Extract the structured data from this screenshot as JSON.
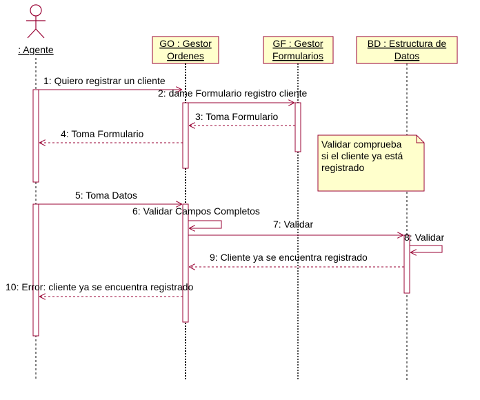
{
  "actor": {
    "label": ": Agente"
  },
  "objects": [
    {
      "id": "go",
      "line1": "GO : Gestor",
      "line2": "Ordenes"
    },
    {
      "id": "gf",
      "line1": "GF : Gestor",
      "line2": "Formularios"
    },
    {
      "id": "bd",
      "line1": "BD : Estructura de",
      "line2": "Datos"
    }
  ],
  "messages": [
    {
      "id": "m1",
      "label": "1: Quiero registrar un cliente"
    },
    {
      "id": "m2",
      "label": "2: dame Formulario registro cliente"
    },
    {
      "id": "m3",
      "label": "3: Toma Formulario"
    },
    {
      "id": "m4",
      "label": "4: Toma Formulario"
    },
    {
      "id": "m5",
      "label": "5: Toma Datos"
    },
    {
      "id": "m6",
      "label": "6: Validar Campos Completos"
    },
    {
      "id": "m7",
      "label": "7: Validar"
    },
    {
      "id": "m8",
      "label": "8: Validar"
    },
    {
      "id": "m9",
      "label": "9: Cliente ya se encuentra registrado"
    },
    {
      "id": "m10",
      "label": "10: Error: cliente ya se encuentra registrado"
    }
  ],
  "note": {
    "line1": "Validar comprueba",
    "line2": "si el cliente ya está",
    "line3": "registrado"
  },
  "colors": {
    "box_fill": "#ffffcc",
    "box_border": "#990033",
    "message_line": "#990033",
    "lifeline": "#000000"
  }
}
